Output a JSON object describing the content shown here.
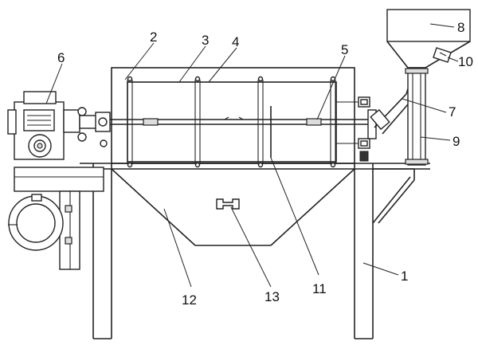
{
  "labels": {
    "p1": "1",
    "p2": "2",
    "p3": "3",
    "p4": "4",
    "p5": "5",
    "p6": "6",
    "p7": "7",
    "p8": "8",
    "p9": "9",
    "p10": "10",
    "p11": "11",
    "p12": "12",
    "p13": "13"
  }
}
